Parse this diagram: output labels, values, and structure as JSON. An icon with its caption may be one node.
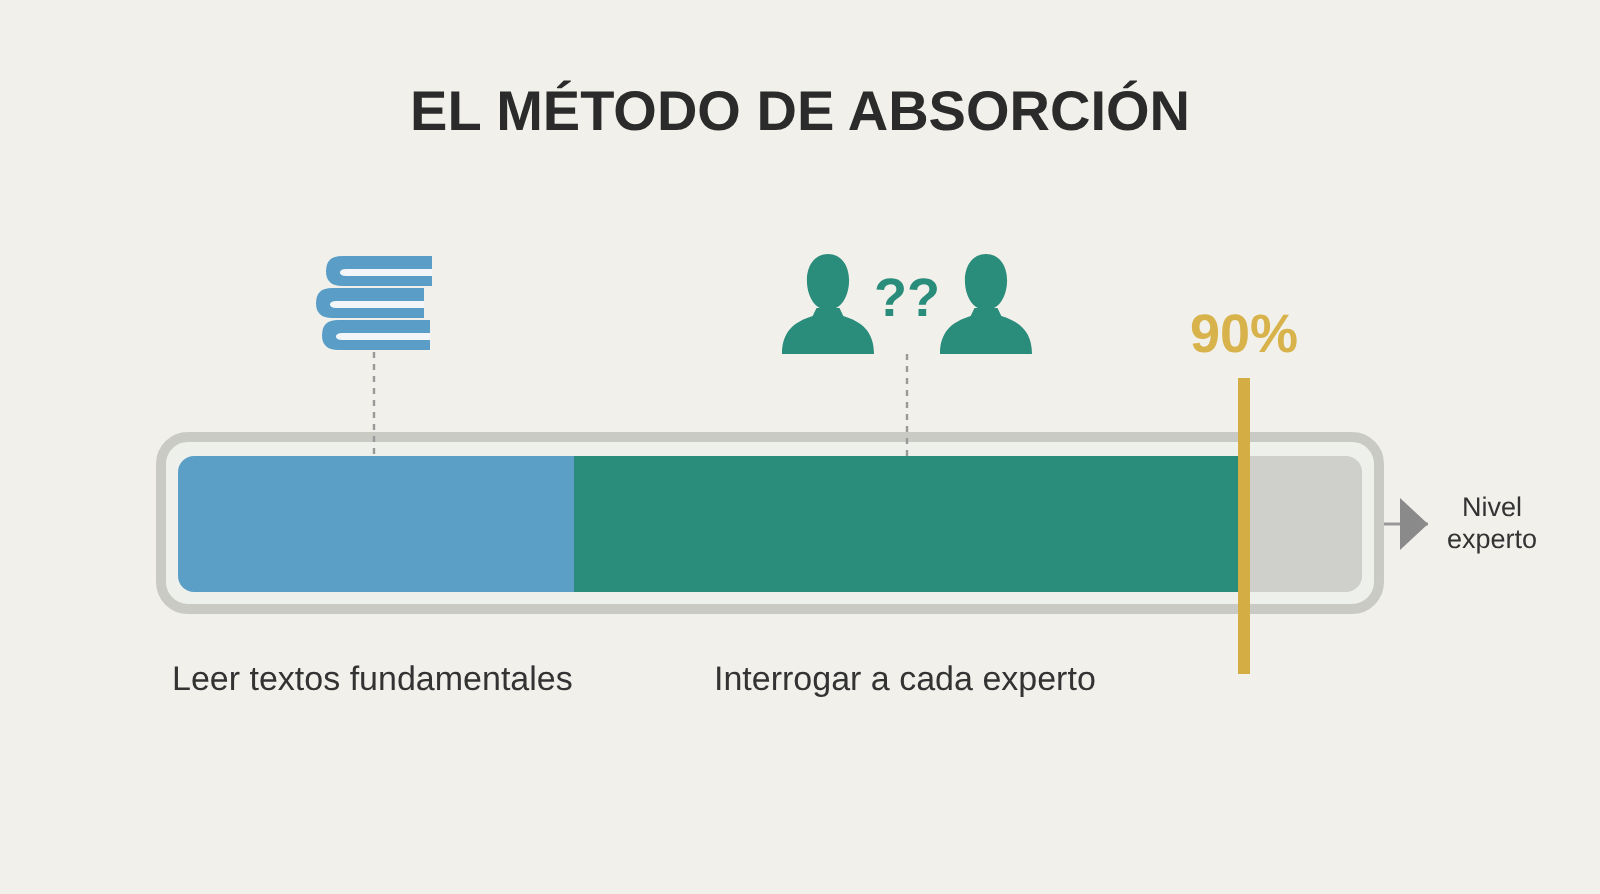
{
  "diagram": {
    "title": "EL MÉTODO DE ABSORCIÓN",
    "nodes": [
      {
        "text": [],
        "shape": "bar"
      },
      {
        "text": [],
        "shape": "bar",
        "in": 0,
        "beside": [
          "Leer textos fundamentales"
        ]
      },
      {
        "text": [],
        "shape": "bar",
        "in": 0,
        "beside": [
          "Interrogar a cada experto"
        ]
      },
      {
        "text": [],
        "shape": "bar",
        "in": 0
      },
      {
        "text": [],
        "shape": "picture"
      },
      {
        "text": [
          "??"
        ]
      },
      {
        "text": [
          "Nivel experto"
        ]
      }
    ],
    "edges": [
      {
        "from": 4,
        "to": 1,
        "arrow": "none",
        "style": "dashed"
      },
      {
        "from": 5,
        "to": 2,
        "arrow": "none",
        "style": "dashed"
      },
      {
        "from": 0,
        "to": 6,
        "arrow": "to"
      }
    ],
    "labels": [
      "90%"
    ]
  }
}
